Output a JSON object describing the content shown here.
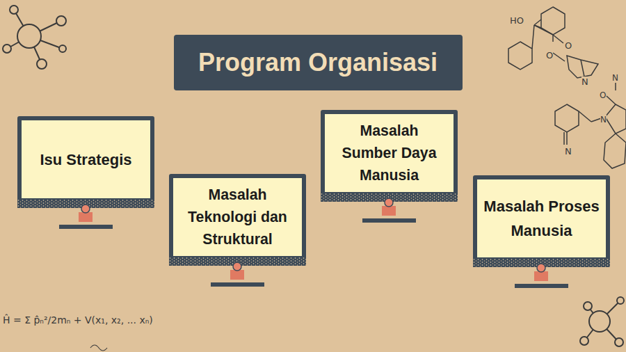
{
  "diagram": {
    "title": "Program Organisasi",
    "nodes": [
      {
        "text": [
          "Isu Strategis"
        ]
      },
      {
        "text": [
          "Masalah Teknologi dan Struktural"
        ]
      },
      {
        "text": [
          "Masalah Sumber Daya Manusia"
        ]
      },
      {
        "text": [
          "Masalah Proses Manusia"
        ]
      }
    ],
    "labels": [
      "HO",
      "O",
      "O",
      "N",
      "N",
      "N",
      "O",
      "N",
      "Ĥ = Σ p̂ₙ²/2mₙ + V(x₁, x₂, ... xₙ)"
    ]
  }
}
